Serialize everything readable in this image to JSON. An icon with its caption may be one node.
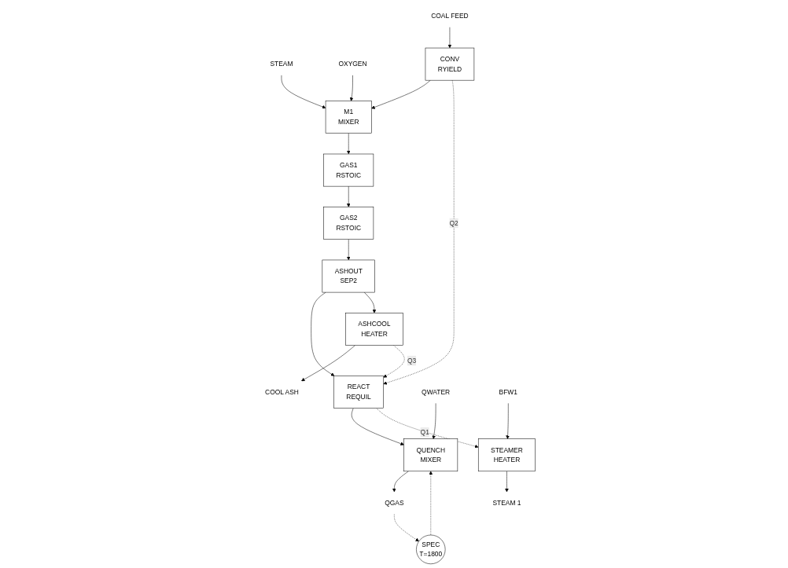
{
  "diagram": {
    "nodes": [
      {
        "text": [
          "STEAM"
        ]
      },
      {
        "text": [
          "OXYGEN"
        ]
      },
      {
        "text": [
          "COAL FEED"
        ]
      },
      {
        "text": [
          "CONV",
          "RYIELD"
        ]
      },
      {
        "text": [
          "M1",
          "MIXER"
        ]
      },
      {
        "text": [
          "GAS1",
          "RSTOIC"
        ]
      },
      {
        "text": [
          "GAS2",
          "RSTOIC"
        ]
      },
      {
        "text": [
          "ASHOUT",
          "SEP2"
        ]
      },
      {
        "text": [
          "ASHCOOL",
          "HEATER"
        ]
      },
      {
        "text": [
          "COOL ASH"
        ]
      },
      {
        "text": [
          "REACT",
          "REQUIL"
        ]
      },
      {
        "text": [
          "QWATER"
        ]
      },
      {
        "text": [
          "SPEC",
          "T=1800"
        ]
      },
      {
        "text": [
          "QUENCH",
          "MIXER"
        ]
      },
      {
        "text": [
          "QGAS"
        ]
      },
      {
        "text": [
          "STEAMER",
          "HEATER"
        ]
      },
      {
        "text": [
          "STEAM 1"
        ]
      },
      {
        "text": [
          "BFW1"
        ]
      }
    ],
    "edges": [
      {
        "from": 2,
        "to": 3,
        "arrow": "to"
      },
      {
        "from": 3,
        "to": 4,
        "arrow": "to"
      },
      {
        "from": 0,
        "to": 4,
        "arrow": "to"
      },
      {
        "from": 1,
        "to": 4,
        "arrow": "to"
      },
      {
        "from": 4,
        "to": 5,
        "arrow": "to"
      },
      {
        "from": 5,
        "to": 6,
        "arrow": "to"
      },
      {
        "from": 6,
        "to": 7,
        "arrow": "to"
      },
      {
        "from": 7,
        "to": 10,
        "arrow": "to"
      },
      {
        "from": 7,
        "to": 8,
        "arrow": "to"
      },
      {
        "from": 8,
        "to": 9,
        "arrow": "to"
      },
      {
        "from": 8,
        "to": 10,
        "arrow": "to",
        "label": "Q3",
        "style": "dashed"
      },
      {
        "from": 3,
        "to": 10,
        "arrow": "to",
        "label": "Q2",
        "style": "dashed"
      },
      {
        "from": 10,
        "to": 13,
        "arrow": "to"
      },
      {
        "from": 10,
        "to": 15,
        "arrow": "to",
        "label": "Q1",
        "style": "dashed"
      },
      {
        "from": 11,
        "to": 13,
        "arrow": "to"
      },
      {
        "from": 12,
        "to": 13,
        "arrow": "to",
        "style": "dashed"
      },
      {
        "from": 13,
        "to": 14,
        "arrow": "to"
      },
      {
        "from": 14,
        "to": 12,
        "arrow": "to",
        "style": "dashed"
      },
      {
        "from": 15,
        "to": 16,
        "arrow": "to"
      },
      {
        "from": 17,
        "to": 15,
        "arrow": "to"
      }
    ]
  }
}
